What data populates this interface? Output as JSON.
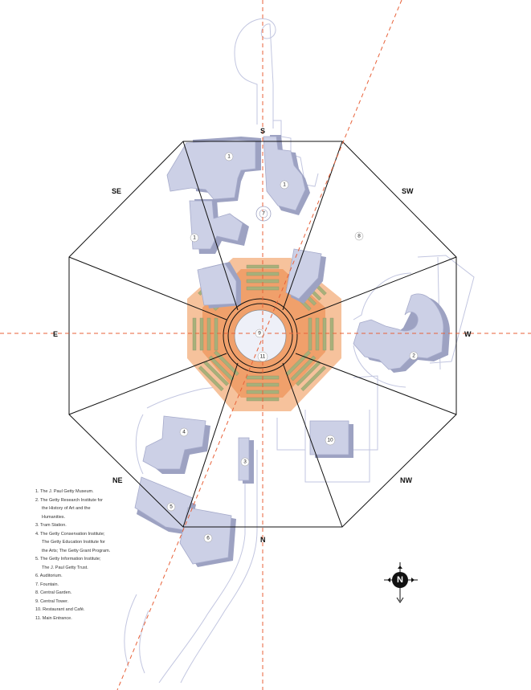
{
  "directions": {
    "S": "S",
    "N": "N",
    "E": "E",
    "W": "W",
    "SE": "SE",
    "SW": "SW",
    "NE": "NE",
    "NW": "NW"
  },
  "compass": {
    "label": "N"
  },
  "markers": [
    "1",
    "1",
    "1",
    "2",
    "3",
    "4",
    "5",
    "6",
    "7",
    "8",
    "9",
    "10",
    "11"
  ],
  "legend": [
    "1. The J. Paul Getty Museum.",
    "2. The Getty Research Institute for",
    "the History of Art and the",
    "Humanities.",
    "3. Tram Station.",
    "4. The Getty Conservation Institute;",
    "The Getty Education Institute for",
    "the Arts; The Getty Grant Program.",
    "5. The Getty Information Institute;",
    "The J. Paul Getty Trust.",
    "6. Auditorium.",
    "7. Fountain.",
    "8. Central Garden.",
    "9. Central Tower.",
    "10. Restaurant and Café.",
    "11. Main Entrance."
  ],
  "colors": {
    "axis_dashed": "#e8623a",
    "octagon_outer": "#f6c29c",
    "octagon_inner": "#ee9a63",
    "garden_bar": "#a8b07a",
    "building_fill": "#ccd0e6",
    "building_shadow": "#9da2c2"
  }
}
